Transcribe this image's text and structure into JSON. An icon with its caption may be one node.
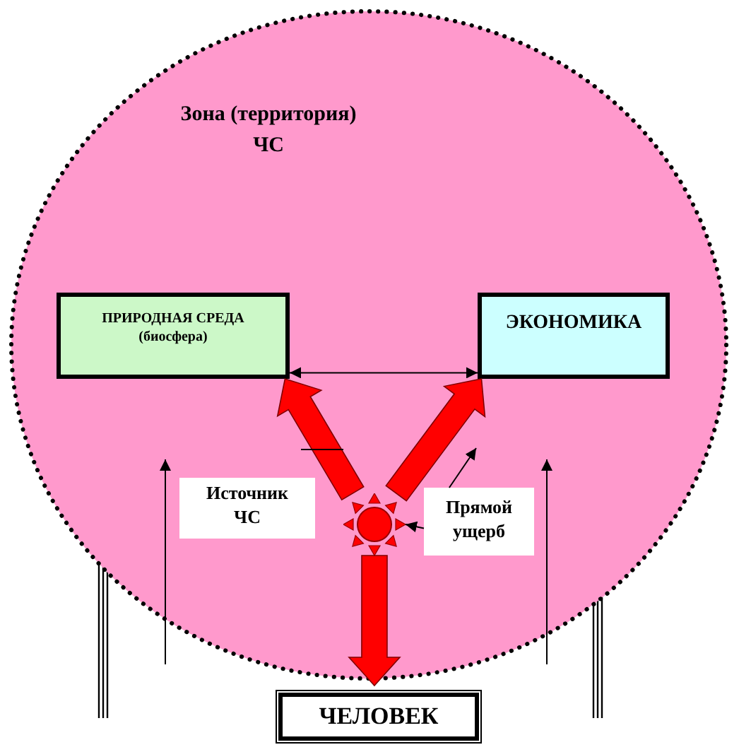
{
  "diagram": {
    "nodes": [
      {
        "text": [
          "Зона (территория) ЧС"
        ]
      },
      {
        "text": [
          "ПРИРОДНАЯ СРЕДА (биосфера)"
        ],
        "in": 0
      },
      {
        "text": [
          "ЭКОНОМИКА"
        ],
        "in": 0
      },
      {
        "text": [
          "Источник ЧС"
        ],
        "in": 0
      },
      {
        "text": [],
        "shape": "picture",
        "in": 0
      },
      {
        "text": [
          "Прямой ущерб"
        ],
        "in": 0
      },
      {
        "text": [
          "ЧЕЛОВЕК"
        ]
      }
    ],
    "edges": [
      {
        "from": 1,
        "to": 2,
        "arrow": "both"
      },
      {
        "from": 4,
        "to": 1,
        "arrow": "to",
        "style": "thick",
        "color": "#ff0000"
      },
      {
        "from": 4,
        "to": 2,
        "arrow": "to",
        "style": "thick",
        "color": "#ff0000"
      },
      {
        "from": 4,
        "to": 6,
        "arrow": "to",
        "style": "thick",
        "color": "#ff0000"
      },
      {
        "from": 5,
        "to": 4,
        "arrow": "to"
      },
      {
        "from": 5,
        "to": null,
        "arrow": "to"
      }
    ]
  }
}
